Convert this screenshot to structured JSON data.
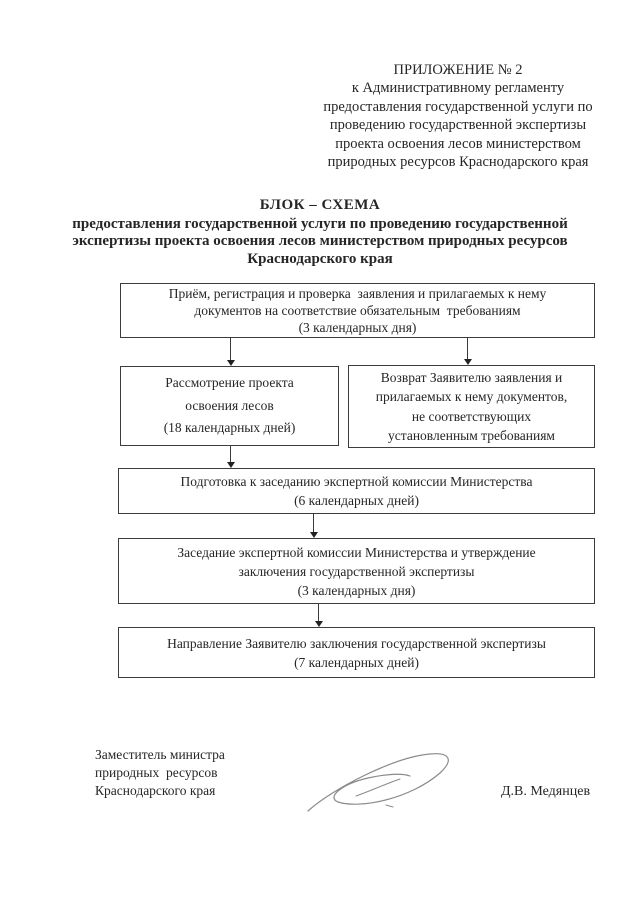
{
  "page": {
    "background": "#ffffff",
    "ink": "#262626",
    "border_color": "#3c3c3c"
  },
  "header": {
    "lines": [
      "ПРИЛОЖЕНИЕ № 2",
      "к Административному регламенту",
      "предоставления государственной услуги по",
      "проведению государственной экспертизы",
      "проекта освоения лесов министерством",
      "природных ресурсов Краснодарского края"
    ]
  },
  "title": {
    "heading": "БЛОК – СХЕМА",
    "lines": [
      "предоставления государственной услуги по проведению государственной",
      "экспертизы проекта освоения лесов министерством природных ресурсов",
      "Краснодарского края"
    ]
  },
  "flowchart": {
    "boxes": [
      {
        "id": "box-intake",
        "lines": [
          "Приём, регистрация и проверка  заявления и прилагаемых к нему",
          "документов на соответствие обязательным  требованиям",
          "(3 календарных дня)"
        ]
      },
      {
        "id": "box-review",
        "lines": [
          "Рассмотрение проекта",
          "освоения лесов",
          "(18 календарных дней)"
        ]
      },
      {
        "id": "box-return",
        "lines": [
          "Возврат Заявителю заявления и",
          "прилагаемых к нему документов,",
          "не соответствующих",
          "установленным требованиям"
        ]
      },
      {
        "id": "box-prepare",
        "lines": [
          "Подготовка к заседанию экспертной комиссии Министерства",
          "(6 календарных дней)"
        ]
      },
      {
        "id": "box-session",
        "lines": [
          "Заседание экспертной комиссии Министерства и утверждение",
          "заключения государственной экспертизы",
          "(3 календарных дня)"
        ]
      },
      {
        "id": "box-send",
        "lines": [
          "Направление Заявителю заключения государственной экспертизы",
          "(7 календарных дней)"
        ]
      }
    ]
  },
  "signature": {
    "position_lines": [
      "Заместитель министра",
      "природных  ресурсов",
      "Краснодарского края"
    ],
    "name": "Д.В. Медянцев"
  }
}
